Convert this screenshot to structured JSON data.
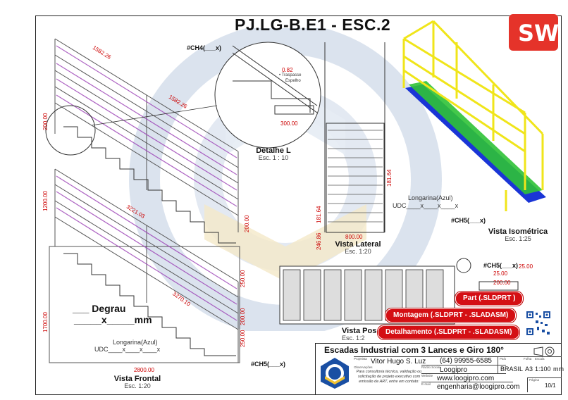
{
  "title": "PJ.LG-B.E1 - ESC.2",
  "views": {
    "detalhe": {
      "name": "Detalhe L",
      "scale": "Esc. 1 : 10"
    },
    "lateral": {
      "name": "Vista Lateral",
      "scale": "Esc. 1:20"
    },
    "isometrica": {
      "name": "Vista Isométrica",
      "scale": "Esc. 1:25"
    },
    "posterior": {
      "name": "Vista Pos",
      "scale": "Esc. 1:2"
    },
    "frontal": {
      "name": "Vista Frontal",
      "scale": "Esc. 1:20"
    }
  },
  "dims": {
    "d1582a": "1582.26",
    "d1582b": "1582.26",
    "d3221": "3221.03",
    "d3270": "3270.10",
    "d2800": "2800.00",
    "d800": "800.00",
    "d300": "300.00",
    "d082": "0.82",
    "d25": "25.00",
    "d200": "200.00",
    "d1200": "1200.00",
    "d1700": "1700.00",
    "d18164": "181.64",
    "d24686": "246.86",
    "d250": "250.00"
  },
  "tags": {
    "ch4": "#CH4(___x)",
    "ch5": "#CH5(___x)"
  },
  "notes": {
    "traspasse": "• Traspasse",
    "espelho": "Espelho",
    "longarina": "Longarina(Azul)",
    "udc": "UDC____x____x____x"
  },
  "degrau": {
    "line1": "___ Degrau",
    "line2": "_____x_____mm"
  },
  "files": {
    "part": "Part  (.SLDPRT )",
    "montagem": "Montagem  (.SLDPRT - .SLADASM)",
    "detalhamento": "Detalhamento  (.SLDPRT - .SLADASM)"
  },
  "titleblock": {
    "project": "Escadas Industrial com 3 Lances e Giro 180°",
    "autor_label": "Projetista",
    "autor": "Vitor Hugo S. Luz",
    "obs_label": "Observações",
    "obs": "Para consultoria técnica, validação ou solicitação de projeto executivo com emissão de ART, entre em contato:",
    "phone": "(64) 99955-6585",
    "empresa_label": "Razão Social",
    "empresa": "Loogipro",
    "website_label": "Website",
    "website": "www.loogipro.com",
    "email_label": "E-mail",
    "email": "engenharia@loogipro.com",
    "pais_label": "País",
    "pais": "BRASIL",
    "folha_label": "Folha",
    "folha": "A3",
    "escala_label": "Escala",
    "escala": "1:100",
    "unidade": "mm",
    "pagina_label": "Página",
    "pagina": "10/1"
  }
}
